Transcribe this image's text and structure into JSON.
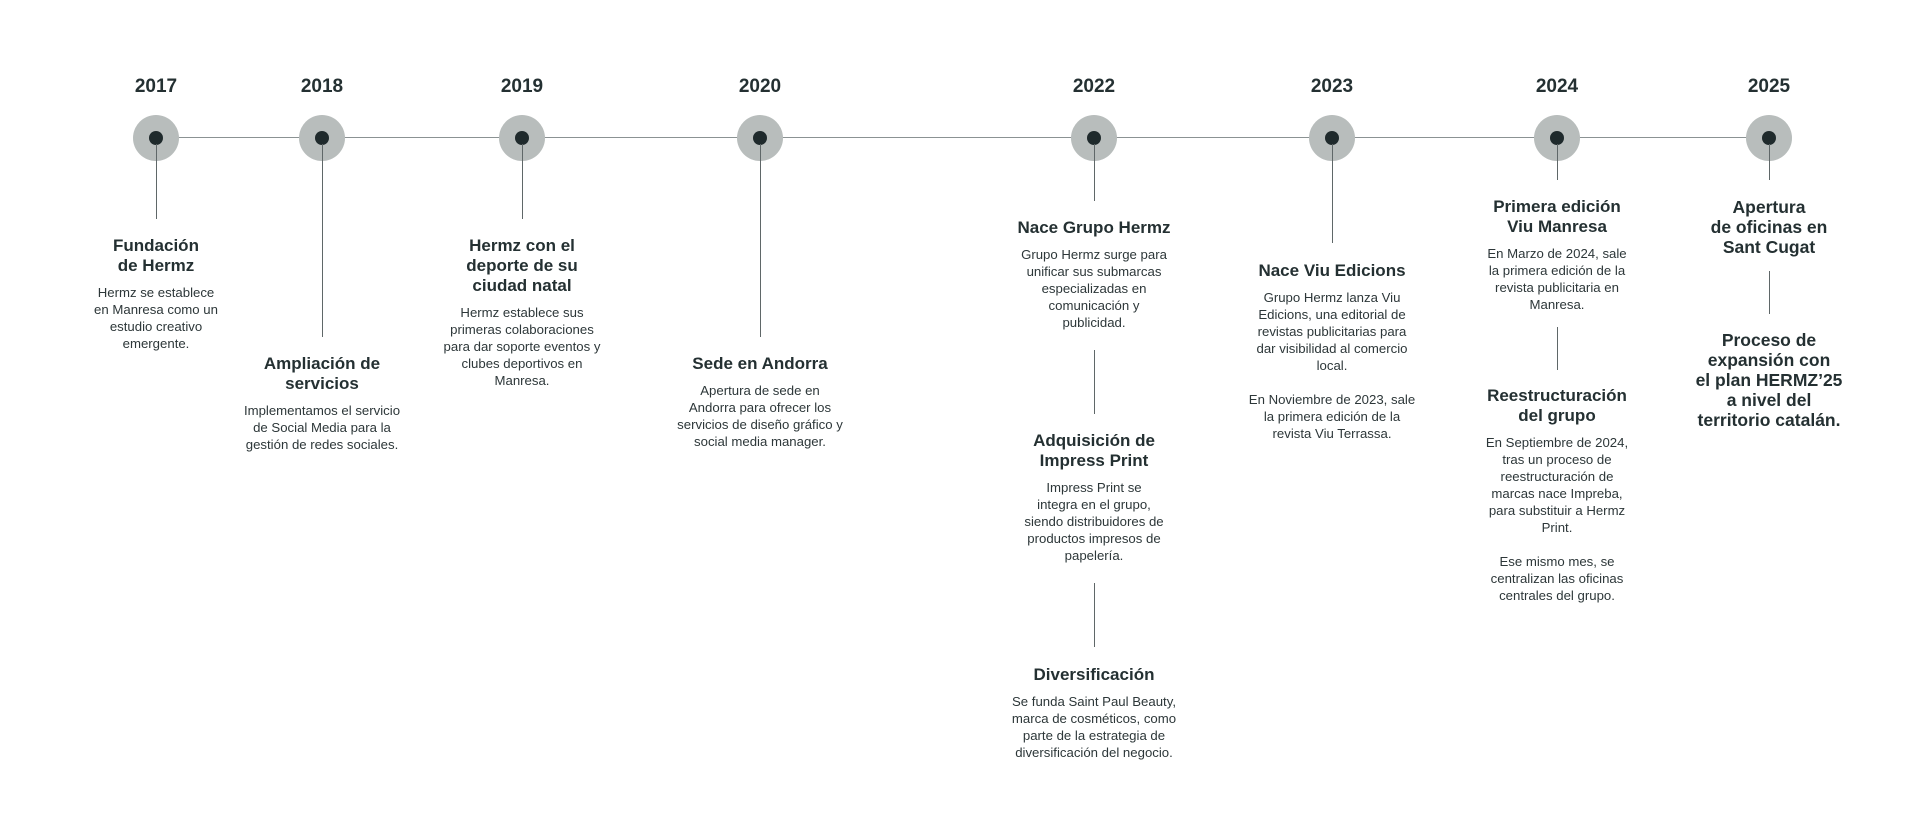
{
  "years": [
    "2017",
    "2018",
    "2019",
    "2020",
    "2022",
    "2023",
    "2024",
    "2025"
  ],
  "events": {
    "fundacion": {
      "title": "Fundación\nde Hermz",
      "desc": "Hermz se establece\nen Manresa como un\nestudio creativo\nemergente."
    },
    "ampliacion": {
      "title": "Ampliación de\nservicios",
      "desc": "Implementamos el servicio\nde Social Media para la\ngestión de redes sociales."
    },
    "deporte": {
      "title": "Hermz con el\ndeporte de su\nciudad natal",
      "desc": "Hermz establece sus\nprimeras colaboraciones\npara dar soporte eventos y\nclubes deportivos en\nManresa."
    },
    "andorra": {
      "title": "Sede en Andorra",
      "desc": "Apertura de sede en\nAndorra para ofrecer los\nservicios de diseño gráfico y\nsocial media manager."
    },
    "grupo": {
      "title": "Nace Grupo Hermz",
      "desc": "Grupo Hermz surge para\nunificar sus submarcas\nespecializadas en\ncomunicación y\npublicidad."
    },
    "impress": {
      "title": "Adquisición de\nImpress Print",
      "desc": "Impress Print se\nintegra en el grupo,\nsiendo distribuidores de\nproductos impresos de\npapelería."
    },
    "diversificacion": {
      "title": "Diversificación",
      "desc": "Se funda Saint Paul Beauty,\nmarca de cosméticos, como\nparte de la estrategia de\ndiversificación del negocio."
    },
    "viu": {
      "title": "Nace Viu Edicions",
      "desc": "Grupo Hermz lanza Viu\nEdicions, una editorial de\nrevistas publicitarias para\ndar visibilidad al comercio\nlocal.",
      "desc2": "En Noviembre de 2023, sale\nla primera edición de la\nrevista Viu Terrassa."
    },
    "manresa": {
      "title": "Primera edición\nViu Manresa",
      "desc": "En Marzo de 2024, sale\nla primera edición de la\nrevista publicitaria en\nManresa."
    },
    "reestructuracion": {
      "title": "Reestructuración\ndel grupo",
      "desc": "En Septiembre de 2024,\ntras un proceso de\nreestructuración de\nmarcas nace Impreba,\npara substituir a Hermz\nPrint.",
      "desc2": "Ese mismo mes, se\ncentralizan las oficinas\ncentrales del grupo."
    },
    "santcugat": {
      "title": "Apertura\nde oficinas en\nSant Cugat"
    },
    "expansion": {
      "title": "Proceso de\nexpansión con\nel plan HERMZ’25\na nivel del\nterritorio catalán."
    }
  }
}
